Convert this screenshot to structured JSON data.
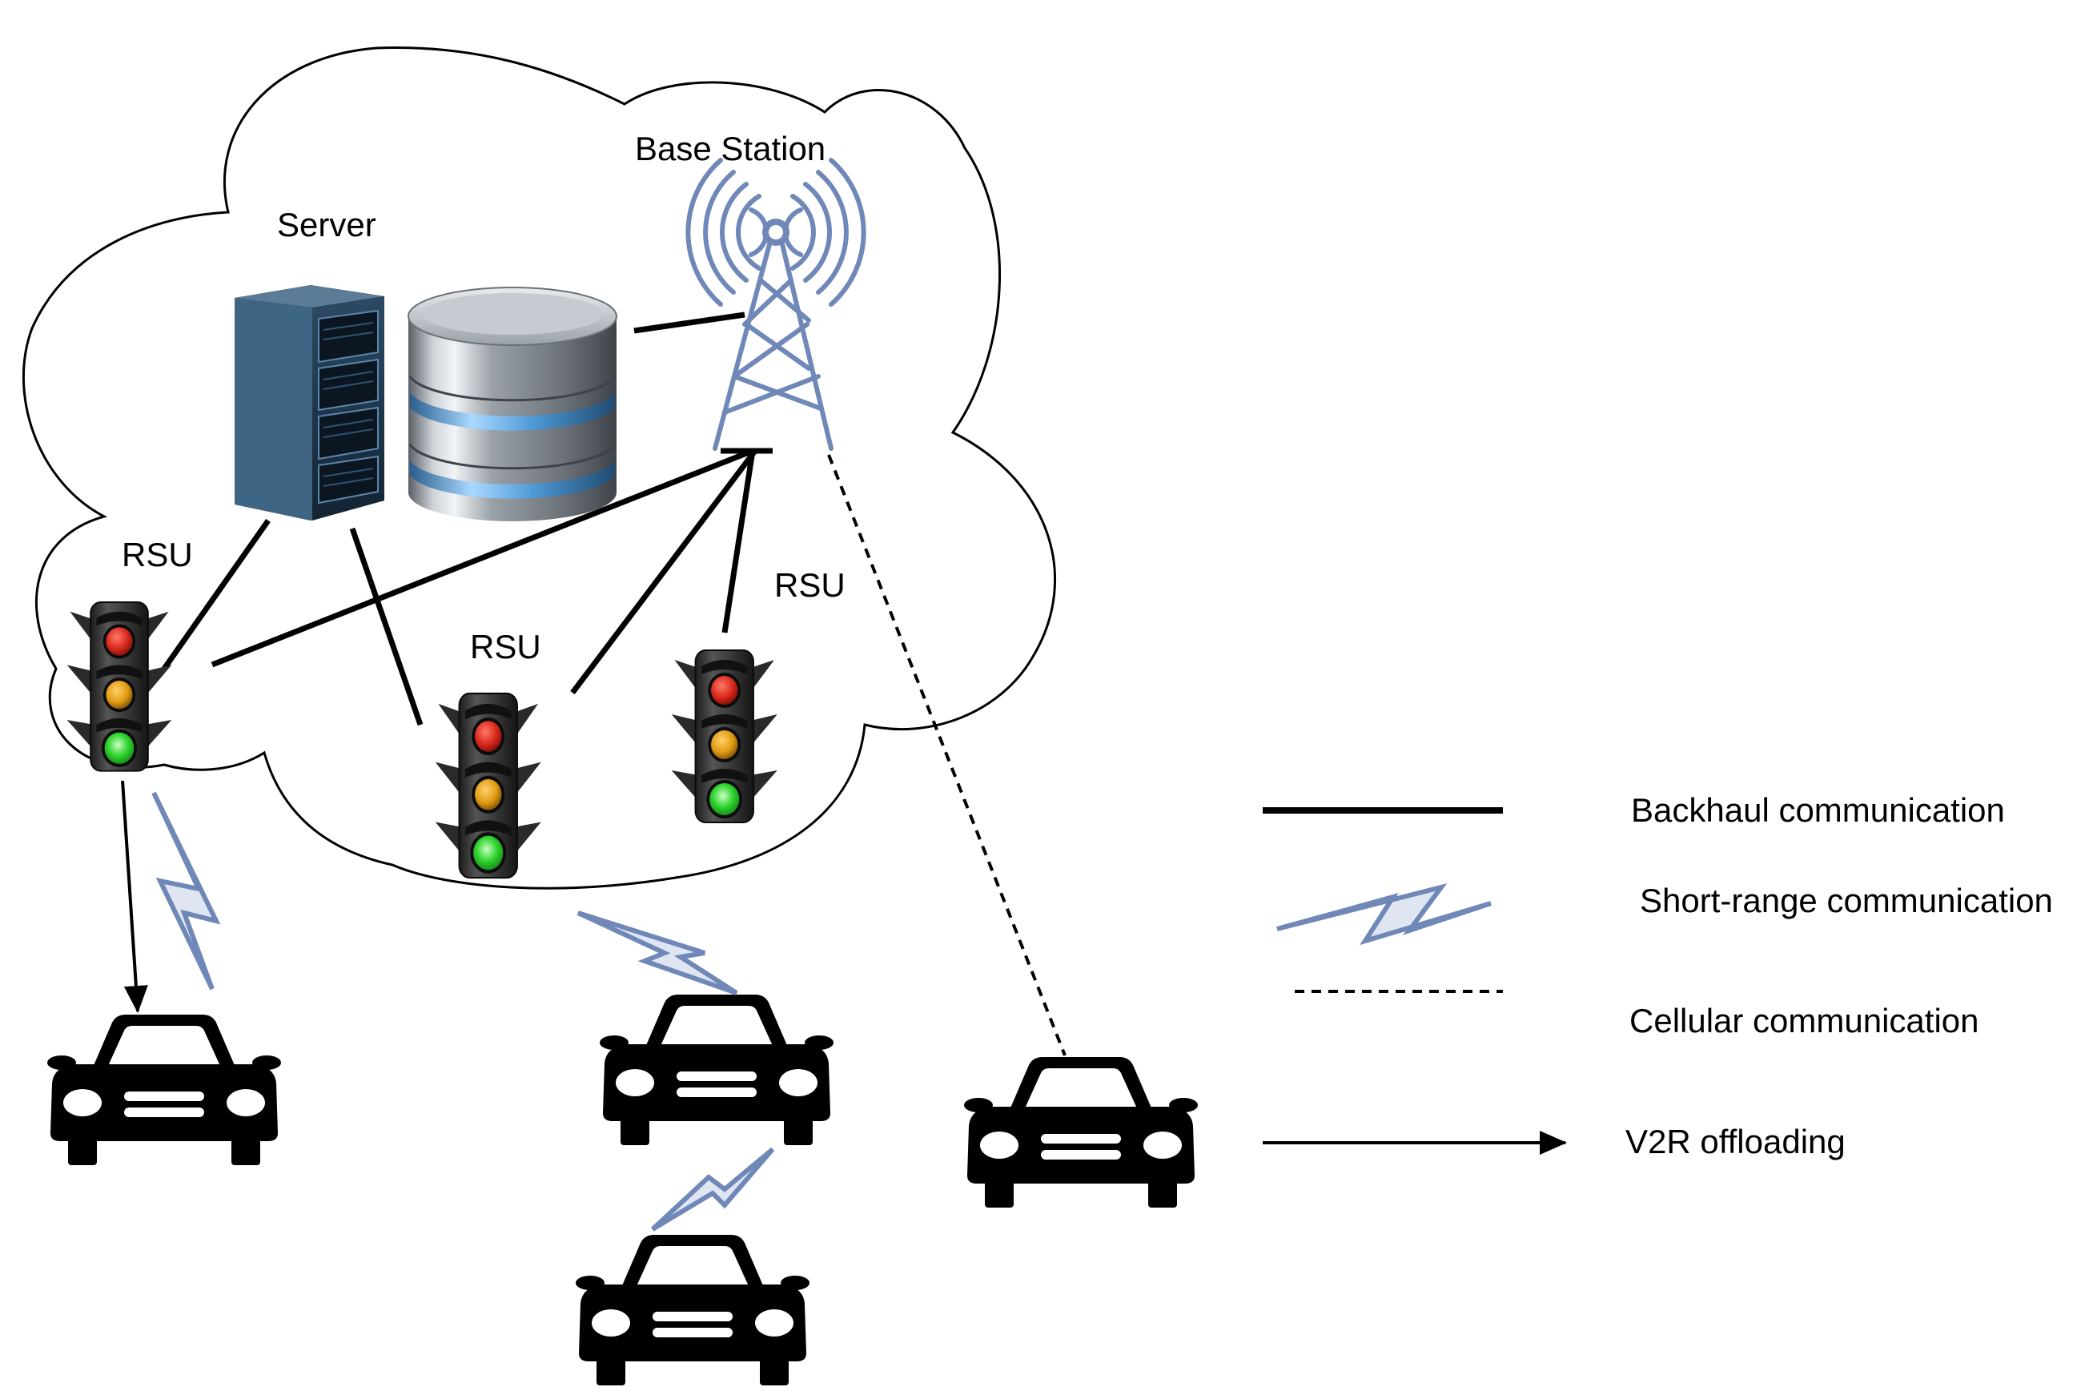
{
  "labels": {
    "base_station": "Base Station",
    "server": "Server",
    "rsu_left": "RSU",
    "rsu_middle": "RSU",
    "rsu_right": "RSU"
  },
  "legend": {
    "backhaul": "Backhaul communication",
    "short_range": "Short-range communication",
    "cellular": "Cellular communication",
    "v2r": "V2R offloading"
  },
  "colors": {
    "link_blue": "#6f88b8",
    "tower_blue": "#6f88b8",
    "line_black": "#000000",
    "light_red": "#d8271a",
    "light_amber": "#e09a12",
    "light_green": "#2fd32f"
  },
  "icons": {
    "tower": "radio-tower-icon",
    "server": "server-rack-icon",
    "database": "database-icon",
    "rsu": "traffic-light-icon",
    "vehicle": "car-icon"
  }
}
